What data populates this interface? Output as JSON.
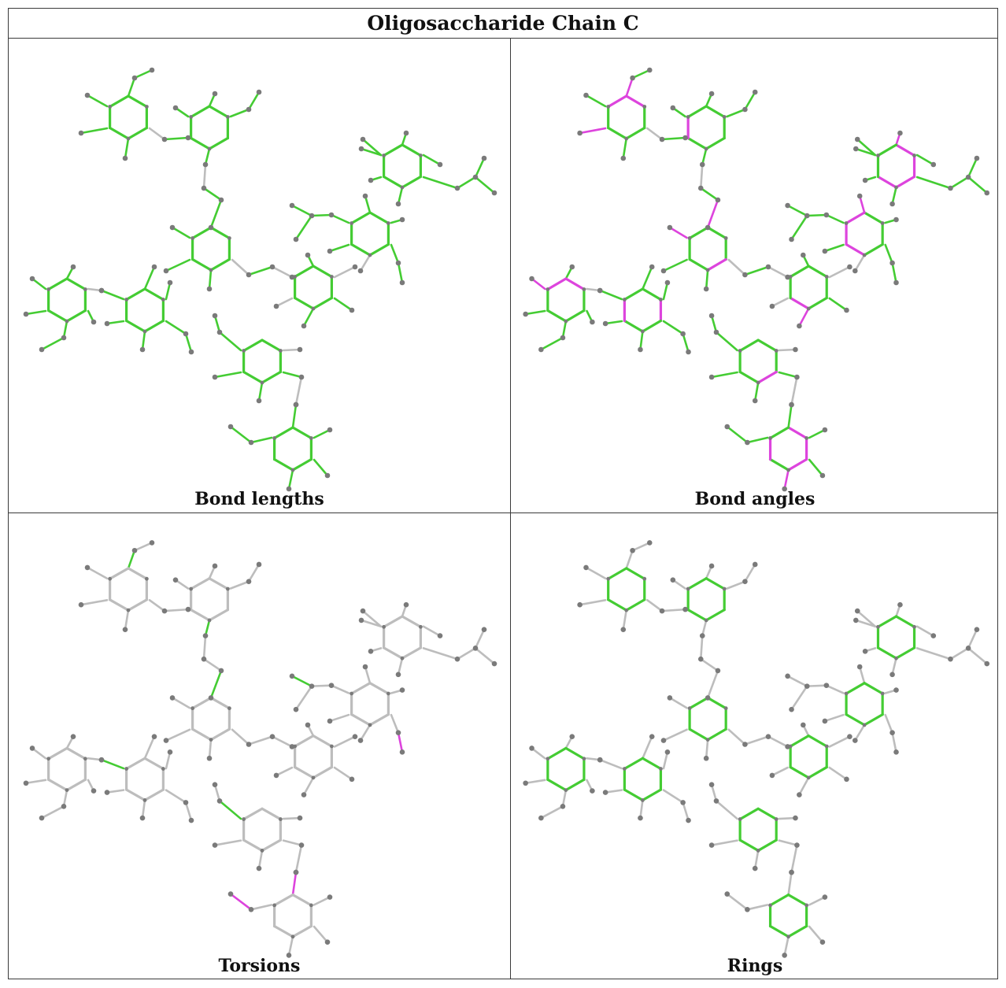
{
  "title": "Oligosaccharide Chain C",
  "panels": [
    {
      "id": "lengths",
      "caption": "Bond lengths"
    },
    {
      "id": "angles",
      "caption": "Bond angles"
    },
    {
      "id": "torsions",
      "caption": "Torsions"
    },
    {
      "id": "rings",
      "caption": "Rings"
    }
  ],
  "colors": {
    "ok": "#44cc33",
    "outlier": "#dd44dd",
    "neutral": "#bdbdbd",
    "atom": "#7a7a7a"
  }
}
